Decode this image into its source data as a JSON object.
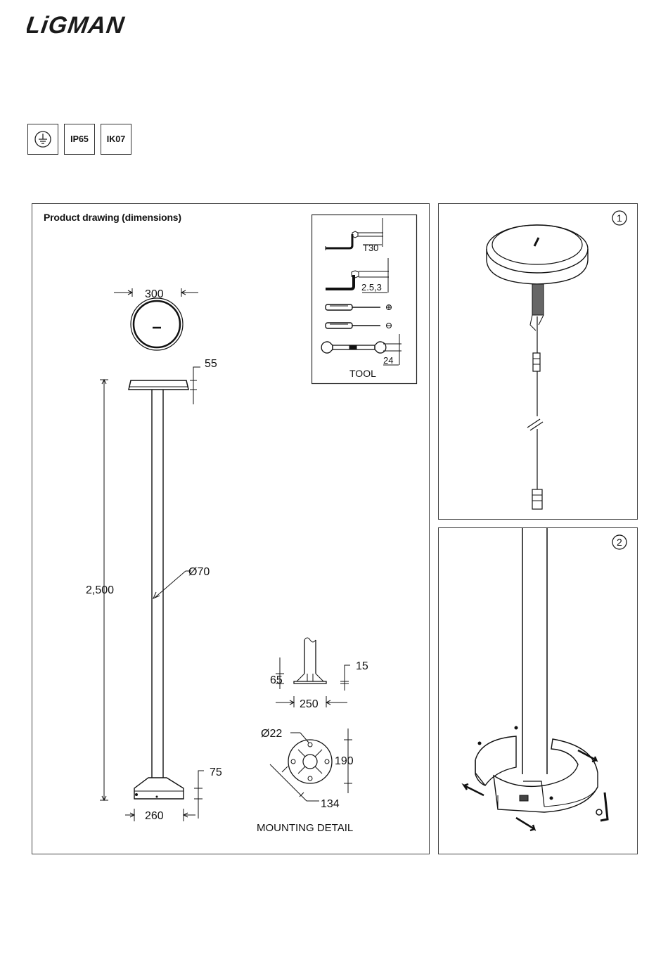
{
  "brand": {
    "name": "LiGMAN"
  },
  "badges": [
    {
      "name": "earth-ground-icon",
      "label": ""
    },
    {
      "name": "ip-rating-badge",
      "label": "IP65"
    },
    {
      "name": "ik-rating-badge",
      "label": "IK07"
    }
  ],
  "drawing": {
    "title": "Product drawing (dimensions)",
    "dims": {
      "head_diameter": "300",
      "head_height": "55",
      "height": "2,500",
      "pole_diameter": "Ø70",
      "base_height": "75",
      "base_width": "260",
      "flange_height": "65",
      "plate_thickness": "15",
      "plate_width": "250",
      "hole_diameter": "Ø22",
      "hole_spacing_v": "190",
      "hole_spacing_diag": "134"
    },
    "mounting_label": "MOUNTING DETAIL"
  },
  "tools": {
    "label": "TOOL",
    "items": [
      {
        "icon": "torx-key-icon",
        "size": "T30"
      },
      {
        "icon": "hex-key-icon",
        "size": "2.5,3"
      },
      {
        "icon": "phillips-screwdriver-icon",
        "size": ""
      },
      {
        "icon": "flat-screwdriver-icon",
        "size": ""
      },
      {
        "icon": "wrench-icon",
        "size": "24"
      }
    ]
  },
  "steps": [
    {
      "number": "1"
    },
    {
      "number": "2"
    }
  ]
}
